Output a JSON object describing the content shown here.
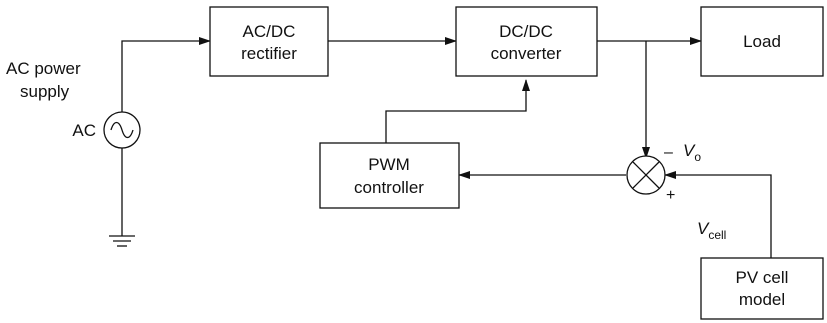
{
  "blocks": {
    "rectifier": {
      "line1": "AC/DC",
      "line2": "rectifier"
    },
    "converter": {
      "line1": "DC/DC",
      "line2": "converter"
    },
    "load": {
      "label": "Load"
    },
    "pwm": {
      "line1": "PWM",
      "line2": "controller"
    },
    "pv": {
      "line1": "PV cell",
      "line2": "model"
    }
  },
  "source": {
    "line1": "AC power",
    "line2": "supply",
    "symbol_label": "AC"
  },
  "signals": {
    "vo_main": "V",
    "vo_sub": "o",
    "vo_sign": "–",
    "vcell_main": "V",
    "vcell_sub": "cell",
    "vcell_sign": "+"
  }
}
